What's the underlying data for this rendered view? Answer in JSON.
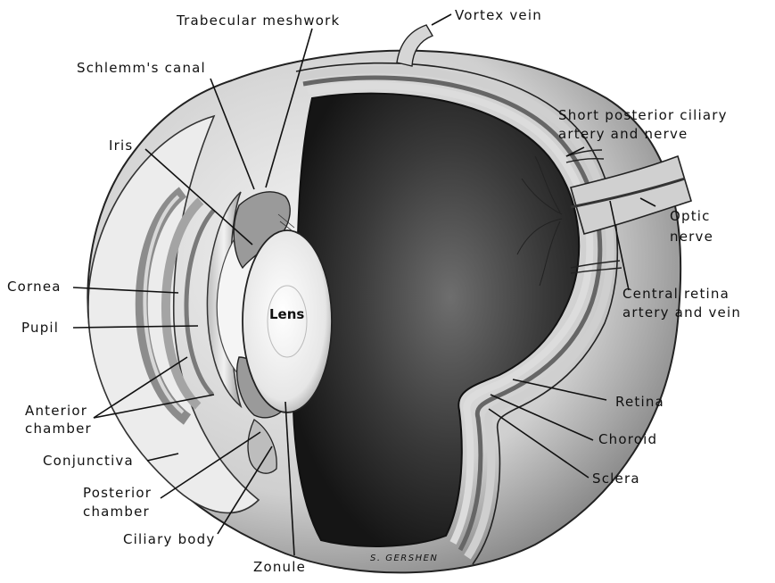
{
  "labels": {
    "trabecular_meshwork": "Trabecular meshwork",
    "vortex_vein": "Vortex vein",
    "schlemms_canal": "Schlemm's canal",
    "short_posterior_line1": "Short posterior ciliary",
    "short_posterior_line2": "artery and nerve",
    "iris": "Iris",
    "optic_nerve_line1": "Optic",
    "optic_nerve_line2": "nerve",
    "cornea": "Cornea",
    "central_retina_line1": "Central retina",
    "central_retina_line2": "artery and vein",
    "pupil": "Pupil",
    "lens": "Lens",
    "retina": "Retina",
    "anterior_chamber_line1": "Anterior",
    "anterior_chamber_line2": "chamber",
    "choroid": "Choroid",
    "conjunctiva": "Conjunctiva",
    "sclera": "Sclera",
    "posterior_chamber_line1": "Posterior",
    "posterior_chamber_line2": "chamber",
    "ciliary_body": "Ciliary body",
    "zonule": "Zonule",
    "signature": "S. GERSHEN"
  }
}
